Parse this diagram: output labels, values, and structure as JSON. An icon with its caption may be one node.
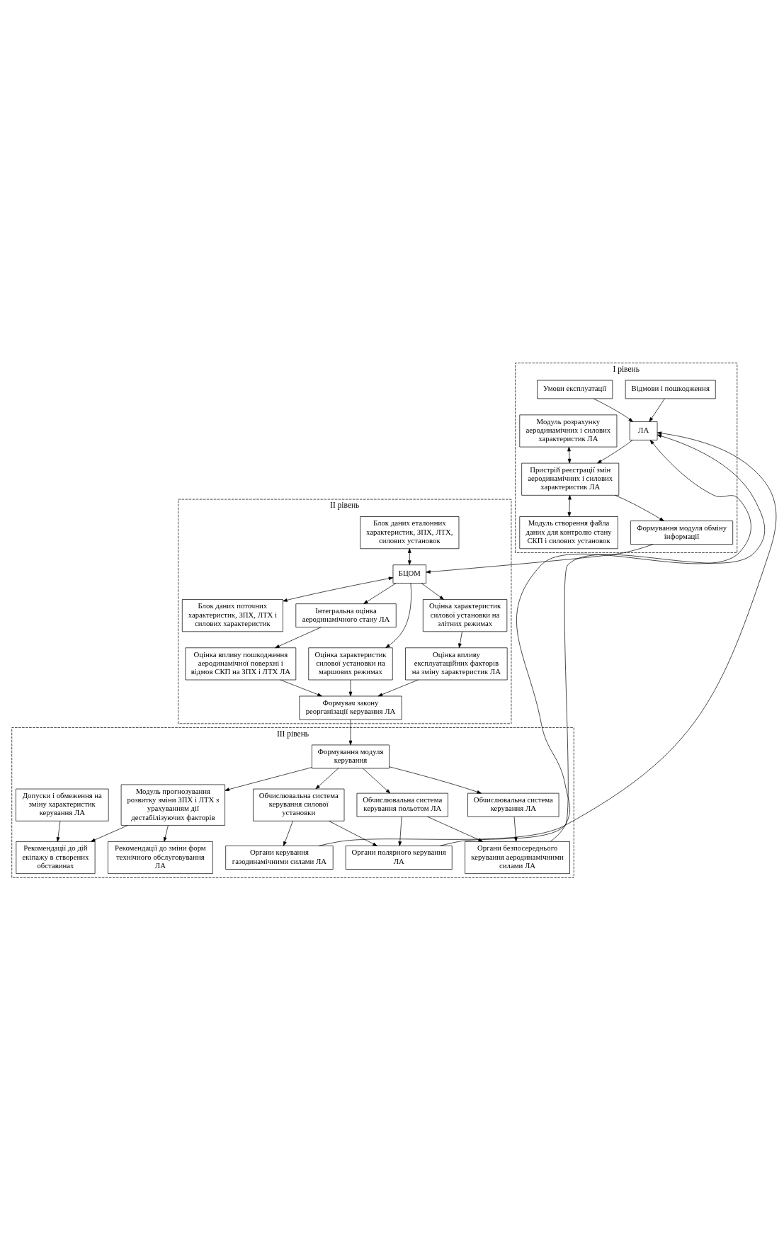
{
  "diagram": {
    "nodes": [
      {
        "text": [
          "І рівень"
        ]
      },
      {
        "text": [
          "ЛА"
        ],
        "in": 0
      },
      {
        "text": [
          "Відмови і пошкодження"
        ],
        "in": 0
      },
      {
        "text": [
          "Умови експлуатації"
        ],
        "in": 0
      },
      {
        "text": [
          "Модуль розрахунку аеродинамічних і силових характеристик ЛА"
        ],
        "in": 0
      },
      {
        "text": [
          "Пристрій реєстрації змін аеродинамічних і силових характеристик ЛА"
        ],
        "in": 0
      },
      {
        "text": [
          "Модуль створення файла даних для контролю стану СКП і силових установок"
        ],
        "in": 0
      },
      {
        "text": [
          "Формування модуля обміну інформації"
        ],
        "in": 0
      },
      {
        "text": [
          "ІІ рівень"
        ]
      },
      {
        "text": [
          "Блок даних еталонних характеристик, ЗПХ, ЛТХ, силових установок"
        ],
        "in": 8
      },
      {
        "text": [
          "БЦОМ"
        ],
        "in": 8
      },
      {
        "text": [
          "Блок даних поточних характеристик, ЗПХ, ЛТХ і силових характеристик"
        ],
        "in": 8
      },
      {
        "text": [
          "Інтегральна оцінка аеродинамічного стану ЛА"
        ],
        "in": 8
      },
      {
        "text": [
          "Оцінка характеристик силової установки на маршових режимах"
        ],
        "in": 8
      },
      {
        "text": [
          "Оцінка характеристик силової установки на злітних режимах"
        ],
        "in": 8
      },
      {
        "text": [
          "Оцінка впливу пошкодження аеродинамічної поверхні і відмов СКП на ЗПХ і ЛТХ ЛА"
        ],
        "in": 8
      },
      {
        "text": [
          "Формувач закону реорганізації керування ЛА"
        ],
        "in": 8
      },
      {
        "text": [
          "Оцінка впливу експлуатаційних факторів на зміну характеристик ЛА"
        ],
        "in": 8
      },
      {
        "text": [
          "ІІІ рівень"
        ]
      },
      {
        "text": [
          "Формування модуля керування"
        ],
        "in": 18
      },
      {
        "text": [
          "Обчислювальна система керування ЛА"
        ],
        "in": 18
      },
      {
        "text": [
          "Обчислювальна система керування польотом ЛА"
        ],
        "in": 18
      },
      {
        "text": [
          "Обчислювальна система керування силової установки"
        ],
        "in": 18
      },
      {
        "text": [
          "Органи безпосереднього керування аеродинамічними силами ЛА"
        ],
        "in": 18
      },
      {
        "text": [
          "Органи полярного керування ЛА"
        ],
        "in": 18
      },
      {
        "text": [
          "Органи керування газодинамічними силами ЛА"
        ],
        "in": 18
      },
      {
        "text": [
          "Модуль прогнозування розвитку зміни ЗПХ і ЛТХ з урахуванням дії дестабілізуючих факторів"
        ],
        "in": 18
      },
      {
        "text": [
          "Допуски і обмеження на зміну характеристик керування ЛА"
        ],
        "in": 18
      },
      {
        "text": [
          "Рекомендації до дій екіпажу в створених обставинах"
        ],
        "in": 18
      },
      {
        "text": [
          "Рекомендації до зміни форм технічного обслуговування ЛА"
        ],
        "in": 18
      }
    ],
    "edges": [
      {
        "from": 2,
        "to": 1,
        "arrow": "to"
      },
      {
        "from": 3,
        "to": 1,
        "arrow": "to"
      },
      {
        "from": 1,
        "to": 5,
        "arrow": "to"
      },
      {
        "from": 4,
        "to": 5,
        "arrow": "both"
      },
      {
        "from": 5,
        "to": 6,
        "arrow": "both"
      },
      {
        "from": 5,
        "to": 7,
        "arrow": "to"
      },
      {
        "from": 7,
        "to": 10,
        "arrow": "to"
      },
      {
        "from": 9,
        "to": 10,
        "arrow": "both"
      },
      {
        "from": 10,
        "to": 11,
        "arrow": "both"
      },
      {
        "from": 10,
        "to": 12,
        "arrow": "to"
      },
      {
        "from": 10,
        "to": 13,
        "arrow": "to"
      },
      {
        "from": 10,
        "to": 14,
        "arrow": "to"
      },
      {
        "from": 12,
        "to": 15,
        "arrow": "to"
      },
      {
        "from": 13,
        "to": 16,
        "arrow": "to"
      },
      {
        "from": 14,
        "to": 17,
        "arrow": "to"
      },
      {
        "from": 15,
        "to": 16,
        "arrow": "to"
      },
      {
        "from": 17,
        "to": 16,
        "arrow": "to"
      },
      {
        "from": 16,
        "to": 19,
        "arrow": "to"
      },
      {
        "from": 19,
        "to": 20,
        "arrow": "to"
      },
      {
        "from": 19,
        "to": 21,
        "arrow": "to"
      },
      {
        "from": 19,
        "to": 22,
        "arrow": "to"
      },
      {
        "from": 19,
        "to": 26,
        "arrow": "to"
      },
      {
        "from": 20,
        "to": 23,
        "arrow": "to"
      },
      {
        "from": 21,
        "to": 23,
        "arrow": "to"
      },
      {
        "from": 21,
        "to": 24,
        "arrow": "to"
      },
      {
        "from": 22,
        "to": 24,
        "arrow": "to"
      },
      {
        "from": 22,
        "to": 25,
        "arrow": "to"
      },
      {
        "from": 23,
        "to": 1,
        "arrow": "to"
      },
      {
        "from": 24,
        "to": 1,
        "arrow": "to"
      },
      {
        "from": 25,
        "to": 1,
        "arrow": "to"
      },
      {
        "from": 26,
        "to": 28,
        "arrow": "to"
      },
      {
        "from": 26,
        "to": 29,
        "arrow": "to"
      },
      {
        "from": 27,
        "to": 28,
        "arrow": "to"
      }
    ]
  }
}
